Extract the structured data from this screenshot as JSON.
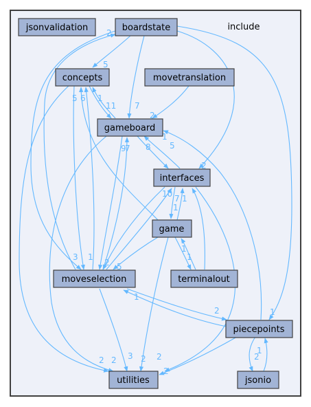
{
  "cluster": {
    "label": "include"
  },
  "nodes": {
    "jsonvalidation": "jsonvalidation",
    "boardstate": "boardstate",
    "concepts": "concepts",
    "movetranslation": "movetranslation",
    "gameboard": "gameboard",
    "interfaces": "interfaces",
    "game": "game",
    "moveselection": "moveselection",
    "terminalout": "terminalout",
    "piecepoints": "piecepoints",
    "utilities": "utilities",
    "jsonio": "jsonio"
  },
  "edge_counts": {
    "boardstate_concepts": "5",
    "boardstate_gameboard": "7",
    "boardstate_interfaces": "2",
    "boardstate_piecepoints": "1",
    "boardstate_moveselection": "3",
    "concepts_gameboard": "11",
    "concepts_moveselection": "5",
    "concepts_utilities": "2",
    "movetranslation_gameboard": "2",
    "gameboard_concepts": "1",
    "gameboard_interfaces": "8",
    "gameboard_moveselection": "9",
    "gameboard_utilities": "2",
    "interfaces_gameboard": "5",
    "interfaces_game": "1",
    "interfaces_moveselection": "10",
    "interfaces_utilities": "2",
    "game_concepts": "6",
    "game_interfaces": "7",
    "game_moveselection": "5",
    "game_terminalout": "1",
    "game_utilities": "2",
    "moveselection_boardstate": "2",
    "moveselection_concepts": "1",
    "moveselection_gameboard": "7",
    "moveselection_interfaces": "2",
    "moveselection_piecepoints": "2",
    "moveselection_utilities": "3",
    "terminalout_game": "1",
    "terminalout_interfaces": "1",
    "piecepoints_gameboard": "1",
    "piecepoints_moveselection": "1",
    "piecepoints_utilities": "2",
    "piecepoints_jsonio": "2",
    "jsonio_piecepoints": "1"
  },
  "colors": {
    "node_fill": "#a2b4d6",
    "edge": "#63b8ff",
    "cluster_fill": "#eef1f9",
    "border": "#404040"
  }
}
